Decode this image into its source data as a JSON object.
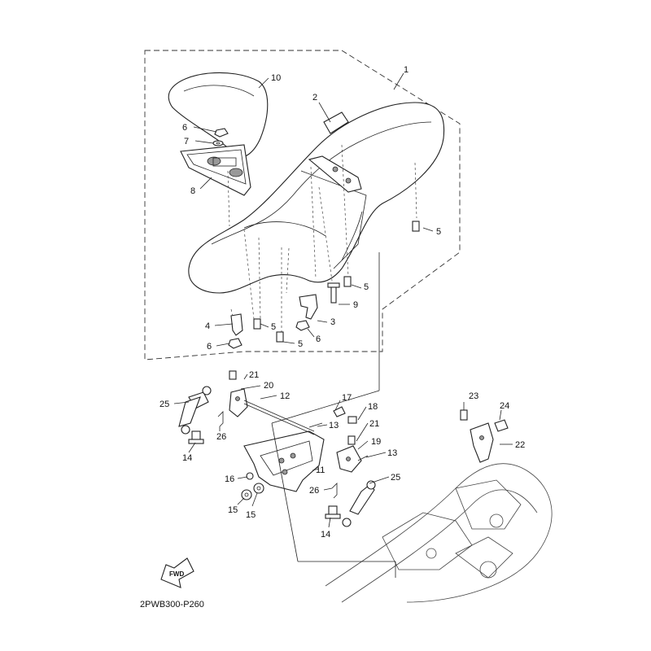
{
  "diagram_code": "2PWB300-P260",
  "fwd_label": "FWD",
  "callouts": [
    {
      "id": "c1",
      "text": "1"
    },
    {
      "id": "c2",
      "text": "2"
    },
    {
      "id": "c3a",
      "text": "3"
    },
    {
      "id": "c4",
      "text": "4"
    },
    {
      "id": "c5a",
      "text": "5"
    },
    {
      "id": "c5b",
      "text": "5"
    },
    {
      "id": "c5c",
      "text": "5"
    },
    {
      "id": "c5d",
      "text": "5"
    },
    {
      "id": "c6a",
      "text": "6"
    },
    {
      "id": "c6b",
      "text": "6"
    },
    {
      "id": "c6c",
      "text": "6"
    },
    {
      "id": "c7",
      "text": "7"
    },
    {
      "id": "c8",
      "text": "8"
    },
    {
      "id": "c9",
      "text": "9"
    },
    {
      "id": "c10",
      "text": "10"
    },
    {
      "id": "c11",
      "text": "11"
    },
    {
      "id": "c12",
      "text": "12"
    },
    {
      "id": "c13a",
      "text": "13"
    },
    {
      "id": "c13b",
      "text": "13"
    },
    {
      "id": "c14a",
      "text": "14"
    },
    {
      "id": "c14b",
      "text": "14"
    },
    {
      "id": "c15a",
      "text": "15"
    },
    {
      "id": "c15b",
      "text": "15"
    },
    {
      "id": "c16",
      "text": "16"
    },
    {
      "id": "c17",
      "text": "17"
    },
    {
      "id": "c18",
      "text": "18"
    },
    {
      "id": "c19",
      "text": "19"
    },
    {
      "id": "c20",
      "text": "20"
    },
    {
      "id": "c21a",
      "text": "21"
    },
    {
      "id": "c21b",
      "text": "21"
    },
    {
      "id": "c22",
      "text": "22"
    },
    {
      "id": "c23",
      "text": "23"
    },
    {
      "id": "c24",
      "text": "24"
    },
    {
      "id": "c25a",
      "text": "25"
    },
    {
      "id": "c25b",
      "text": "25"
    },
    {
      "id": "c26a",
      "text": "26"
    },
    {
      "id": "c26b",
      "text": "26"
    }
  ]
}
